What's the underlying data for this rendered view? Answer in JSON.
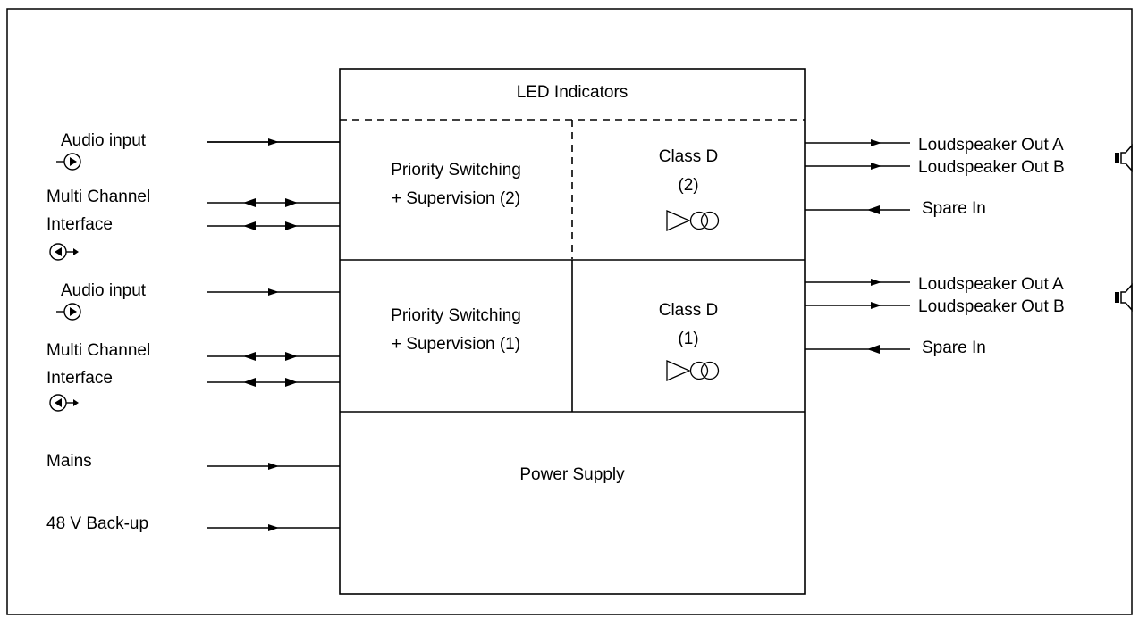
{
  "blocks": {
    "led_indicators": "LED Indicators",
    "priority_2_line1": "Priority Switching",
    "priority_2_line2": "+ Supervision (2)",
    "class_d_2_line1": "Class D",
    "class_d_2_line2": "(2)",
    "priority_1_line1": "Priority Switching",
    "priority_1_line2": "+ Supervision (1)",
    "class_d_1_line1": "Class D",
    "class_d_1_line2": "(1)",
    "power_supply": "Power Supply"
  },
  "left_labels": {
    "audio_input_2": "Audio input",
    "mci_2_line1": "Multi Channel",
    "mci_2_line2": "Interface",
    "audio_input_1": "Audio input",
    "mci_1_line1": "Multi Channel",
    "mci_1_line2": "Interface",
    "mains": "Mains",
    "backup": "48 V Back-up"
  },
  "right_labels": {
    "ls_out_a_2": "Loudspeaker Out A",
    "ls_out_b_2": "Loudspeaker Out B",
    "spare_in_2": "Spare In",
    "ls_out_a_1": "Loudspeaker Out A",
    "ls_out_b_1": "Loudspeaker Out B",
    "spare_in_1": "Spare In"
  }
}
